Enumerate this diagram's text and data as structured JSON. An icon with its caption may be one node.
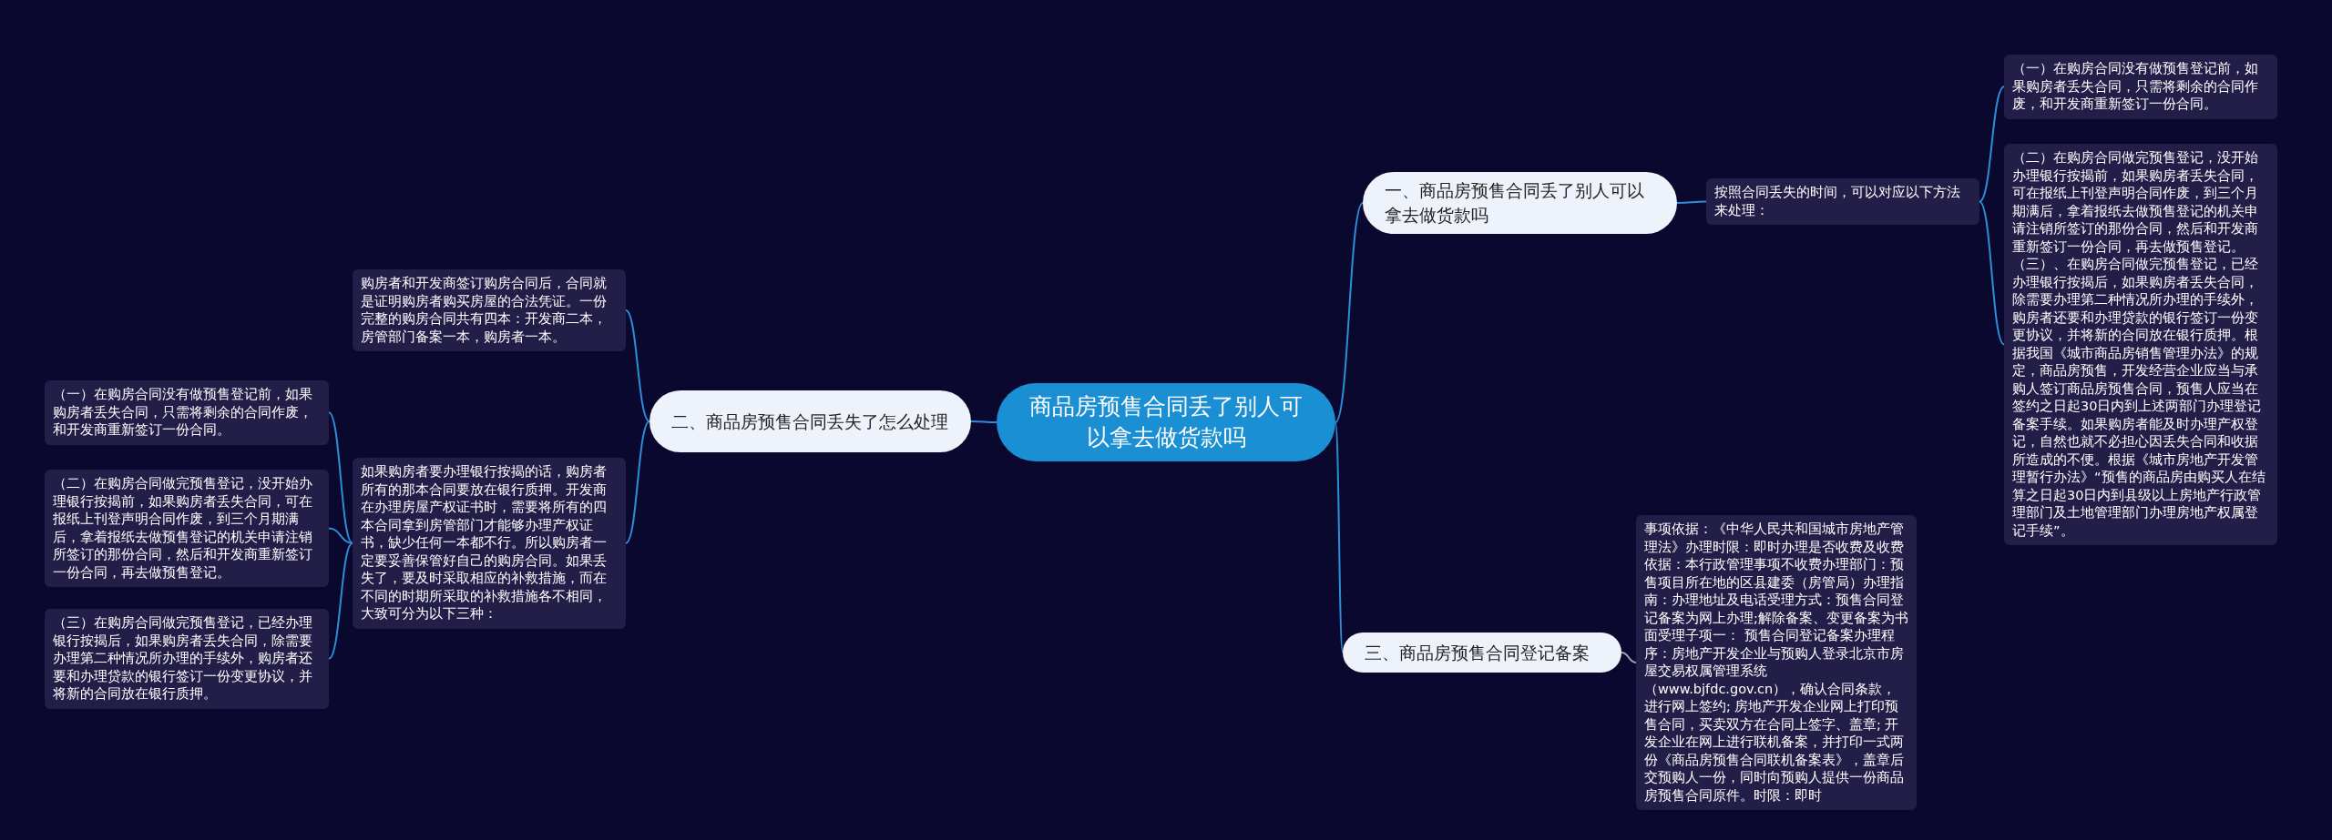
{
  "diagram": {
    "nodes": [
      {
        "text": [
          "商品房预售合同丢了别人可以拿去做货款吗"
        ]
      },
      {
        "text": [
          "一、商品房预售合同丢了别人可以拿去做货款吗"
        ]
      },
      {
        "text": [
          "按照合同丢失的时间，可以对应以下方法来处理："
        ]
      },
      {
        "text": [
          "（一）在购房合同没有做预售登记前，如果购房者丢失合同，只需将剩余的合同作废，和开发商重新签订一份合同。"
        ]
      },
      {
        "text": [
          "（二）在购房合同做完预售登记，没开始办理银行按揭前，如果购房者丢失合同，可在报纸上刊登声明合同作废，到三个月期满后，拿着报纸去做预售登记的机关申请注销所签订的那份合同，然后和开发商重新签订一份合同，再去做预售登记。（三）、在购房合同做完预售登记，已经办理银行按揭后，如果购房者丢失合同，除需要办理第二种情况所办理的手续外，购房者还要和办理贷款的银行签订一份变更协议，并将新的合同放在银行质押。根据我国《城市商品房销售管理办法》的规定，商品房预售，开发经营企业应当与承购人签订商品房预售合同，预售人应当在签约之日起30日内到上述两部门办理登记备案手续。如果购房者能及时办理产权登记，自然也就不必担心因丢失合同和收据所造成的不便。根据《城市房地产开发管理暂行办法》“预售的商品房由购买人在结算之日起30日内到县级以上房地产行政管理部门及土地管理部门办理房地产权属登记手续”。"
        ]
      },
      {
        "text": [
          "二、商品房预售合同丢失了怎么处理"
        ]
      },
      {
        "text": [
          "购房者和开发商签订购房合同后，合同就是证明购房者购买房屋的合法凭证。一份完整的购房合同共有四本：开发商二本，房管部门备案一本，购房者一本。"
        ]
      },
      {
        "text": [
          "如果购房者要办理银行按揭的话，购房者所有的那本合同要放在银行质押。开发商在办理房屋产权证书时，需要将所有的四本合同拿到房管部门才能够办理产权证书，缺少任何一本都不行。所以购房者一定要妥善保管好自己的购房合同。如果丢失了，要及时采取相应的补救措施，而在不同的时期所采取的补救措施各不相同，大致可分为以下三种："
        ]
      },
      {
        "text": [
          "（一）在购房合同没有做预售登记前，如果购房者丢失合同，只需将剩余的合同作废，和开发商重新签订一份合同。"
        ]
      },
      {
        "text": [
          "（二）在购房合同做完预售登记，没开始办理银行按揭前，如果购房者丢失合同，可在报纸上刊登声明合同作废，到三个月期满后，拿着报纸去做预售登记的机关申请注销所签订的那份合同，然后和开发商重新签订一份合同，再去做预售登记。"
        ]
      },
      {
        "text": [
          "（三）在购房合同做完预售登记，已经办理银行按揭后，如果购房者丢失合同，除需要办理第二种情况所办理的手续外，购房者还要和办理贷款的银行签订一份变更协议，并将新的合同放在银行质押。"
        ]
      },
      {
        "text": [
          "三、商品房预售合同登记备案"
        ]
      },
      {
        "text": [
          "事项依据：《中华人民共和国城市房地产管理法》办理时限：即时办理是否收费及收费依据：本行政管理事项不收费办理部门：预售项目所在地的区县建委（房管局）办理指南：办理地址及电话受理方式：预售合同登记备案为网上办理;解除备案、变更备案为书面受理子项一： 预售合同登记备案办理程序：房地产开发企业与预购人登录北京市房屋交易权属管理系统（www.bjfdc.gov.cn），确认合同条款，进行网上签约; 房地产开发企业网上打印预售合同，买卖双方在合同上签字、盖章; 开发企业在网上进行联机备案，并打印一式两份《商品房预售合同联机备案表》，盖章后交预购人一份，同时向预购人提供一份商品房预售合同原件。时限：即时"
        ]
      }
    ],
    "edges": [
      {
        "from": 0,
        "to": 1,
        "arrow": "none"
      },
      {
        "from": 1,
        "to": 2,
        "arrow": "none"
      },
      {
        "from": 2,
        "to": 3,
        "arrow": "none"
      },
      {
        "from": 2,
        "to": 4,
        "arrow": "none"
      },
      {
        "from": 0,
        "to": 5,
        "arrow": "none"
      },
      {
        "from": 5,
        "to": 6,
        "arrow": "none"
      },
      {
        "from": 5,
        "to": 7,
        "arrow": "none"
      },
      {
        "from": 7,
        "to": 8,
        "arrow": "none"
      },
      {
        "from": 7,
        "to": 9,
        "arrow": "none"
      },
      {
        "from": 7,
        "to": 10,
        "arrow": "none"
      },
      {
        "from": 0,
        "to": 11,
        "arrow": "none"
      },
      {
        "from": 11,
        "to": 12,
        "arrow": "none",
        "color": "#9ea3b8"
      }
    ]
  }
}
